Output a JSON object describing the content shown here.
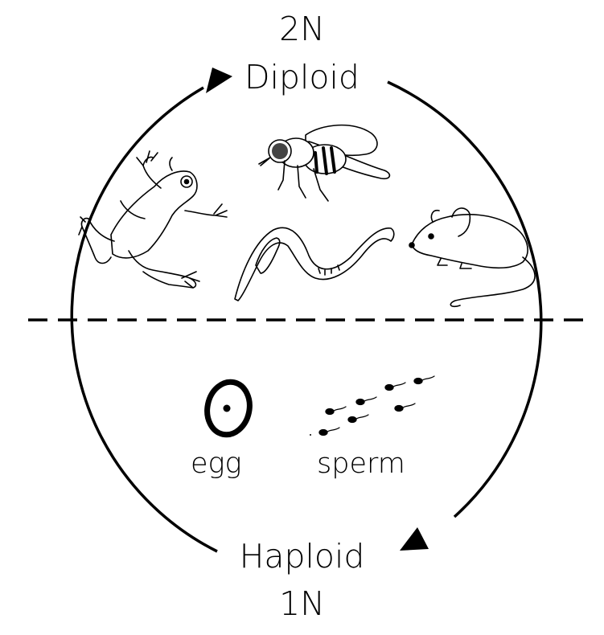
{
  "labels": {
    "top_ploidy": "2N",
    "top_phase": "Diploid",
    "bottom_phase": "Haploid",
    "bottom_ploidy": "1N",
    "egg": "egg",
    "sperm": "sperm"
  },
  "organisms": {
    "diploid": [
      "frog-icon",
      "fly-icon",
      "worm-icon",
      "mouse-icon"
    ],
    "haploid": [
      "egg-icon",
      "sperm-icon"
    ]
  },
  "colors": {
    "ink": "#000000",
    "background": "#ffffff"
  }
}
